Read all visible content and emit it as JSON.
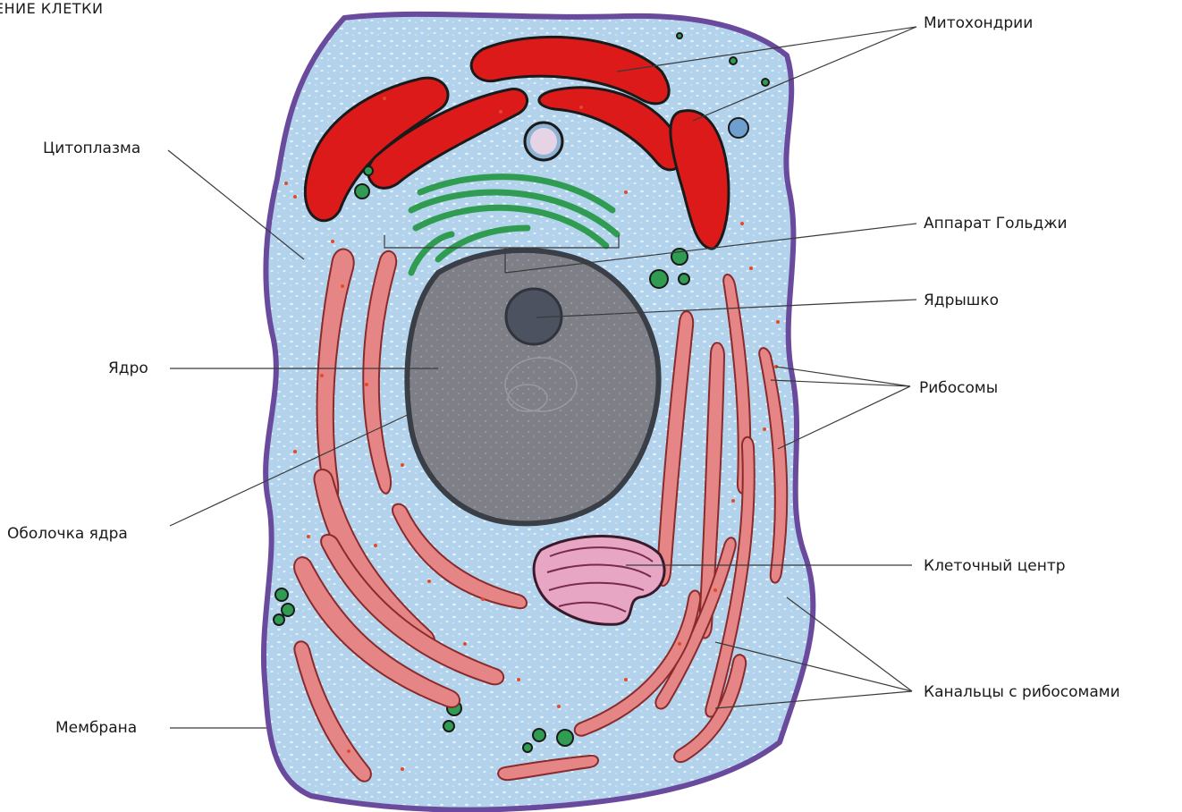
{
  "title": "ЕНИЕ КЛЕТКИ",
  "labels": {
    "mitochondria": "Митохондрии",
    "cytoplasm": "Цитоплазма",
    "golgi": "Аппарат Гольджи",
    "nucleolus": "Ядрышко",
    "nucleus": "Ядро",
    "ribosomes": "Рибосомы",
    "nuclear_envelope": "Оболочка ядра",
    "cell_center": "Клеточный центр",
    "er_canals": "Канальцы с рибосомами",
    "membrane": "Мембрана"
  },
  "colors": {
    "membrane": "#6a4a9c",
    "cytoplasm": "#b3d3ec",
    "mitochondria": "#dd1a1a",
    "er": "#e58585",
    "golgi": "#2f9c52",
    "nucleus": "#7f8087",
    "nucleus_edge": "#3a3f47",
    "nucleolus": "#4d5260",
    "cell_center": "#e7a6c4",
    "ribosome": "#e24a2a"
  }
}
